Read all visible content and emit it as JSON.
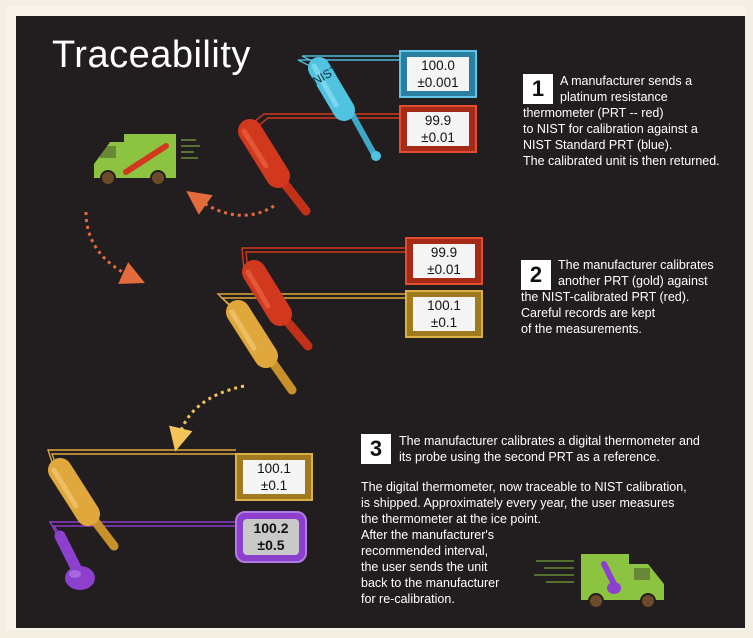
{
  "title": "Traceability",
  "steps": [
    {
      "number": "1",
      "lines": [
        "A manufacturer sends a",
        "platinum resistance",
        "thermometer (PRT -- red)",
        "to NIST for calibration against a",
        "NIST Standard PRT (blue).",
        "The calibrated unit is then returned."
      ]
    },
    {
      "number": "2",
      "lines": [
        "The manufacturer calibrates",
        "another PRT (gold) against",
        "the NIST-calibrated PRT (red).",
        "Careful records are kept",
        "of the measurements."
      ]
    },
    {
      "number": "3",
      "lines": [
        "The manufacturer calibrates a digital thermometer and",
        "its probe using the second PRT as a reference."
      ]
    }
  ],
  "step3_details": [
    "The digital thermometer,  now traceable to NIST calibration,",
    "is shipped. Approximately every year, the user measures",
    "the thermometer at the ice point.",
    "After the manufacturer's",
    "recommended interval,",
    "the user sends the unit",
    "back to the manufacturer",
    "for re-calibration."
  ],
  "probe_label": "NIST",
  "readouts": {
    "nist_blue": {
      "value": "100.0",
      "uncertainty": "±0.001",
      "color": "#3a93b2"
    },
    "red_step1": {
      "value": "99.9",
      "uncertainty": "±0.01",
      "color": "#c23a22"
    },
    "red_step2": {
      "value": "99.9",
      "uncertainty": "±0.01",
      "color": "#c23a22"
    },
    "gold_step2": {
      "value": "100.1",
      "uncertainty": "±0.1",
      "color": "#c79a2c"
    },
    "gold_step3": {
      "value": "100.1",
      "uncertainty": "±0.1",
      "color": "#c79a2c"
    },
    "digital": {
      "value": "100.2",
      "uncertainty": "±0.5",
      "color": "#8a44c9"
    }
  },
  "colors": {
    "background": "#221e1f",
    "nist_probe": "#4fc3e0",
    "red_probe": "#d2381e",
    "gold_probe": "#e0a83c",
    "digital_probe": "#8d3fce",
    "truck": "#8cc441",
    "arrow_red": "#e46b3c",
    "arrow_gold": "#f4c35a"
  }
}
